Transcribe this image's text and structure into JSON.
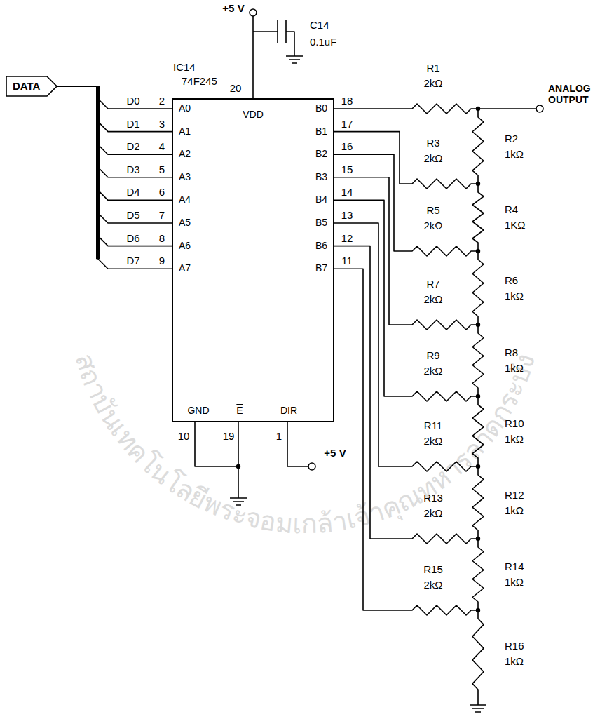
{
  "diagram": {
    "nodes": [
      {
        "text": [
          "DATA"
        ]
      },
      {
        "text": [
          "IC14",
          "74F245",
          "A0",
          "A1",
          "A2",
          "A3",
          "A4",
          "A5",
          "A6",
          "A7",
          "VDD",
          "B0",
          "B1",
          "B2",
          "B3",
          "B4",
          "B5",
          "B6",
          "B7",
          "GND",
          "E",
          "DIR"
        ]
      }
    ],
    "edges": [
      {
        "from": 0,
        "to": 1,
        "arrow": "none",
        "label": "D0"
      },
      {
        "from": 0,
        "to": 1,
        "arrow": "none",
        "label": "D1"
      },
      {
        "from": 0,
        "to": 1,
        "arrow": "none",
        "label": "D2"
      },
      {
        "from": 0,
        "to": 1,
        "arrow": "none",
        "label": "D3"
      },
      {
        "from": 0,
        "to": 1,
        "arrow": "none",
        "label": "D4"
      },
      {
        "from": 0,
        "to": 1,
        "arrow": "none",
        "label": "D5"
      },
      {
        "from": 0,
        "to": 1,
        "arrow": "none",
        "label": "D6"
      },
      {
        "from": 0,
        "to": 1,
        "arrow": "none",
        "label": "D7"
      }
    ],
    "labels": [
      "+5 V",
      "20",
      "C14",
      "0.1uF",
      "2",
      "3",
      "4",
      "5",
      "6",
      "7",
      "8",
      "9",
      "18",
      "17",
      "16",
      "15",
      "14",
      "13",
      "12",
      "11",
      "10",
      "19",
      "1",
      "+5 V",
      "R1",
      "2kΩ",
      "R2",
      "1kΩ",
      "R3",
      "2kΩ",
      "R4",
      "1KΩ",
      "R5",
      "2kΩ",
      "R6",
      "1kΩ",
      "R7",
      "2kΩ",
      "R8",
      "1kΩ",
      "R9",
      "2kΩ",
      "R10",
      "1kΩ",
      "R11",
      "2kΩ",
      "R12",
      "1kΩ",
      "R13",
      "2kΩ",
      "R14",
      "1kΩ",
      "R15",
      "2kΩ",
      "R16",
      "1kΩ",
      "ANALOG OUTPUT",
      "สถาบันเทคโนโลยีพระจอมเกล้าเจ้าคุณทหารลาดกระบัง"
    ]
  }
}
